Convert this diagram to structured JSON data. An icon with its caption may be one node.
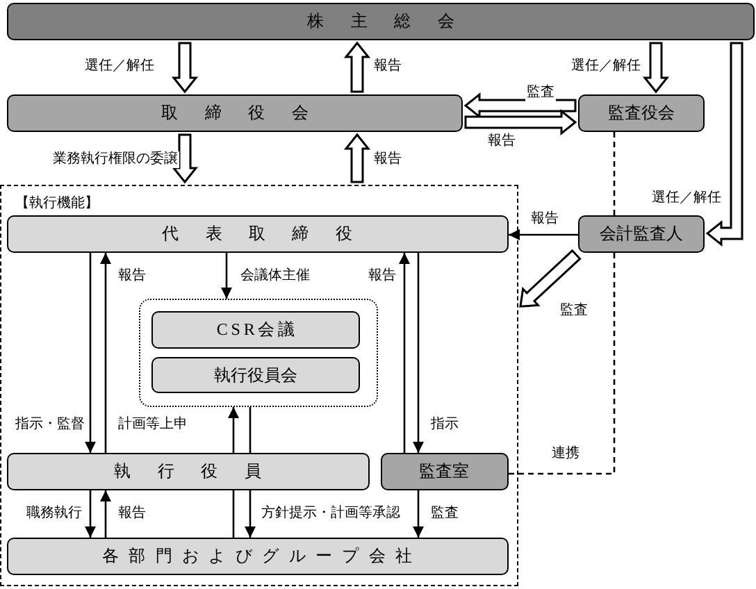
{
  "diagram": {
    "nodes": [
      {
        "text": [
          "株主総会"
        ]
      },
      {
        "text": [
          "取締役会"
        ]
      },
      {
        "text": [
          "監査役会"
        ]
      },
      {
        "text": [
          "【執行機能】"
        ]
      },
      {
        "text": [
          "代表取締役"
        ],
        "in": 3
      },
      {
        "text": [],
        "shape": "box",
        "in": 3
      },
      {
        "text": [
          "CSR会議"
        ],
        "in": 5
      },
      {
        "text": [
          "執行役員会"
        ],
        "in": 5
      },
      {
        "text": [
          "執行役員"
        ],
        "in": 3
      },
      {
        "text": [
          "監査室"
        ],
        "in": 3
      },
      {
        "text": [
          "各部門およびグループ会社"
        ],
        "in": 3
      },
      {
        "text": [
          "会計監査人"
        ]
      }
    ],
    "edges": [
      {
        "from": 0,
        "to": 1,
        "arrow": "to",
        "label": "選任／解任",
        "style": "thick"
      },
      {
        "from": 1,
        "to": 0,
        "arrow": "to",
        "label": "報告",
        "style": "thick"
      },
      {
        "from": 0,
        "to": 2,
        "arrow": "to",
        "label": "選任／解任",
        "style": "thick"
      },
      {
        "from": 2,
        "to": 1,
        "arrow": "to",
        "label": "監査",
        "style": "thick"
      },
      {
        "from": 1,
        "to": 2,
        "arrow": "to",
        "label": "報告",
        "style": "thick"
      },
      {
        "from": 1,
        "to": 3,
        "arrow": "to",
        "label": "業務執行権限の委譲",
        "style": "thick"
      },
      {
        "from": 3,
        "to": 1,
        "arrow": "to",
        "label": "報告",
        "style": "thick"
      },
      {
        "from": 0,
        "to": 11,
        "arrow": "to",
        "label": "選任／解任",
        "style": "thick"
      },
      {
        "from": 11,
        "to": 3,
        "arrow": "to",
        "label": "監査",
        "style": "thick"
      },
      {
        "from": 11,
        "to": 4,
        "arrow": "to",
        "label": "報告"
      },
      {
        "from": 4,
        "to": 5,
        "arrow": "to",
        "label": "会議体主催"
      },
      {
        "from": 4,
        "to": 8,
        "arrow": "to",
        "label": "指示・監督"
      },
      {
        "from": 8,
        "to": 4,
        "arrow": "to",
        "label": "報告"
      },
      {
        "from": 8,
        "to": 5,
        "arrow": "to"
      },
      {
        "from": 5,
        "to": 8,
        "arrow": "none"
      },
      {
        "from": 10,
        "to": 8,
        "arrow": "none"
      },
      {
        "from": 8,
        "to": 10,
        "arrow": "to",
        "label": "方針提示・計画等承認"
      },
      {
        "from": 4,
        "to": 9,
        "arrow": "to",
        "label": "指示"
      },
      {
        "from": 9,
        "to": 4,
        "arrow": "to",
        "label": "報告"
      },
      {
        "from": 8,
        "to": 10,
        "arrow": "to",
        "label": "職務執行"
      },
      {
        "from": 10,
        "to": 8,
        "arrow": "to",
        "label": "報告"
      },
      {
        "from": 9,
        "to": 10,
        "arrow": "to",
        "label": "監査"
      },
      {
        "from": 2,
        "to": 11,
        "arrow": "none",
        "style": "dashed"
      },
      {
        "from": 11,
        "to": 9,
        "arrow": "none",
        "label": "連携",
        "style": "dashed"
      }
    ],
    "labels": [
      "計画等上申"
    ]
  }
}
